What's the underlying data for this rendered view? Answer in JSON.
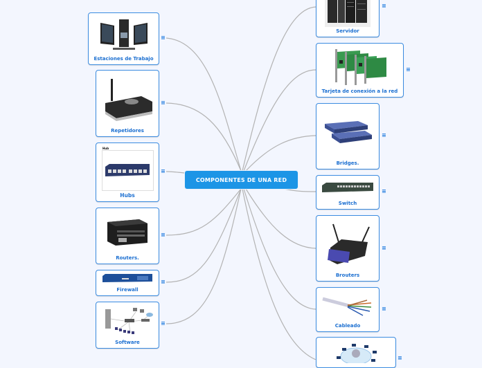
{
  "central": {
    "title": "COMPONENTES DE UNA RED"
  },
  "colors": {
    "central_fill": "#1c95e6",
    "node_border": "#3a8be0",
    "label_text": "#1b6fd1",
    "link": "#b0b0b0",
    "background": "#f3f6fe"
  },
  "note_icon": "≡",
  "left_nodes": [
    {
      "label": "Estaciones de Trabajo",
      "image": "workstation-image"
    },
    {
      "label": "Repetidores",
      "image": "repeater-image"
    },
    {
      "label": "Hubs",
      "image": "hub-image",
      "image_caption": "Hub"
    },
    {
      "label": "Routers.",
      "image": "router-image"
    },
    {
      "label": "Firewall",
      "image": "firewall-image"
    },
    {
      "label": "Software",
      "image": "network-software-image"
    }
  ],
  "right_nodes": [
    {
      "label": "Servidor",
      "image": "server-image"
    },
    {
      "label": "Tarjeta de conexión a la red",
      "image": "network-card-image"
    },
    {
      "label": "Bridges.",
      "image": "bridge-image"
    },
    {
      "label": "Switch",
      "image": "switch-image"
    },
    {
      "label": "Brouters",
      "image": "brouter-image"
    },
    {
      "label": "Cableado",
      "image": "cable-image"
    },
    {
      "label": "",
      "image": "cloud-network-image"
    }
  ]
}
